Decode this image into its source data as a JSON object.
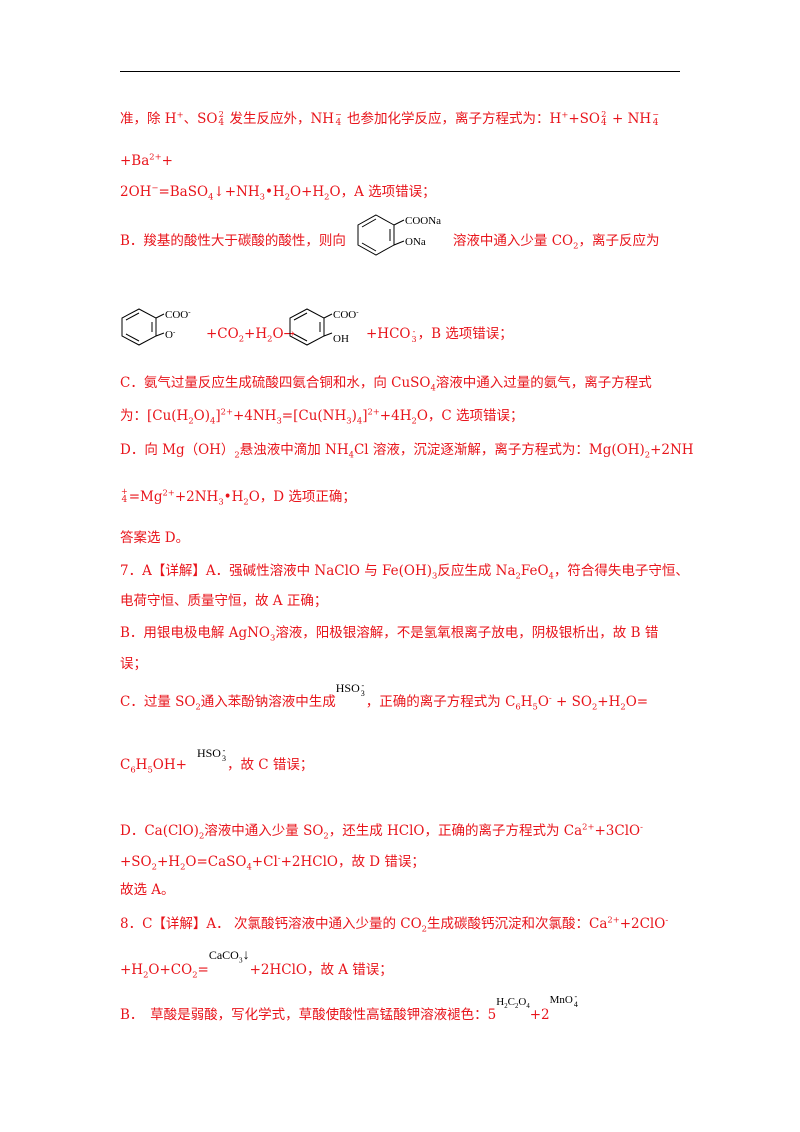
{
  "p1": {
    "a": "准，除 H",
    "a_sup": "+",
    "b": "、SO",
    "so4_top": "2",
    "so4_mid": "4",
    "c": " 发生反应外，NH",
    "nh4_top": "−",
    "nh4_mid": "4",
    "d": " 也参加化学反应，离子方程式为：H",
    "d_sup": "+",
    "e": "+SO",
    "so4b_top": "2",
    "so4b_mid": "4",
    "f": " + NH",
    "nh4b_top": "−",
    "nh4b_mid": "4"
  },
  "p2": {
    "a": "+Ba",
    "a_sup": "2+",
    "b": "+"
  },
  "p3": {
    "a": "2OH",
    "a_sup": "−",
    "b": "=BaSO",
    "b_sub": "4",
    "c": "↓+NH",
    "c_sub": "3",
    "d": "•H",
    "d_sub": "2",
    "e": "O+H",
    "e_sub": "2",
    "f": "O，A 选项错误；"
  },
  "p4": {
    "a": "B．羧基的酸性大于碳酸的酸性，则向",
    "b": "溶液中通入少量 CO",
    "b_sub": "2",
    "c": "，离子反应为"
  },
  "mol1": {
    "coona": "COONa",
    "ona": "ONa"
  },
  "mol2": {
    "coo": "COO",
    "coo_sup": "-",
    "o": "O",
    "o_sup": "-"
  },
  "mol3": {
    "coo": "COO",
    "coo_sup": "-",
    "oh": "OH"
  },
  "p5": {
    "a": "+CO",
    "a_sub": "2",
    "b": "+H",
    "b_sub": "2",
    "c": "O→",
    "d": "+HCO",
    "d_sub": "3",
    "d_sup": "-",
    "e": "，B 选项错误；"
  },
  "p6": {
    "a": "C．氨气过量反应生成硫酸四氨合铜和水，向 CuSO",
    "a_sub": "4",
    "b": "溶液中通入过量的氨气，离子方程式"
  },
  "p7": {
    "a": "为：[Cu(H",
    "a_sub": "2",
    "b": "O)",
    "b_sub": "4",
    "c": "]",
    "c_sup": "2+",
    "d": "+4NH",
    "d_sub": "3",
    "e": "=[Cu(NH",
    "e_sub": "3",
    "f": ")",
    "f_sub": "4",
    "g": "]",
    "g_sup": "2+",
    "h": "+4H",
    "h_sub": "2",
    "i": "O，C 选项错误；"
  },
  "p8": {
    "a": "D．向 Mg（OH）",
    "a_sub": "2",
    "b": "悬浊液中滴加 NH",
    "b_sub": "4",
    "c": "Cl 溶液，沉淀逐渐解，离子方程式为：Mg(OH)",
    "c_sub": "2",
    "d": "+2NH"
  },
  "p9": {
    "top": "+",
    "mid": "4",
    "a": "=Mg",
    "a_sup": "2+",
    "b": "+2NH",
    "b_sub": "3",
    "c": "•H",
    "c_sub": "2",
    "d": "O，D 选项正确；"
  },
  "p10": {
    "a": "答案选 D。"
  },
  "p11": {
    "a": "7．A【详解】A．强碱性溶液中 NaClO 与 Fe(OH)",
    "a_sub": "3",
    "b": "反应生成 Na",
    "b_sub": "2",
    "c": "FeO",
    "c_sub": "4",
    "d": "，符合得失电子守恒、"
  },
  "p12": {
    "a": "电荷守恒、质量守恒，故 A 正确；"
  },
  "p13": {
    "a": "B．用银电极电解 AgNO",
    "a_sub": "3",
    "b": "溶液，阳极银溶解，不是氢氧根离子放电，阴极银析出，故 B 错"
  },
  "p14": {
    "a": "误；"
  },
  "p15": {
    "a": "C．过量 SO",
    "a_sub": "2",
    "b": "通入苯酚钠溶液中生成",
    "hso": "HSO",
    "hso_sub": "3",
    "hso_sup": "-",
    "c": "，正确的离子方程式为 C",
    "c_sub": "6",
    "d": "H",
    "d_sub": "5",
    "e": "O",
    "e_sup": "-",
    "f": " + SO",
    "f_sub": "2",
    "g": "+H",
    "g_sub": "2",
    "h": "O="
  },
  "p16": {
    "a": "C",
    "a_sub": "6",
    "b": "H",
    "b_sub": "5",
    "c": "OH+",
    "hso": "HSO",
    "hso_sub": "3",
    "hso_sup": "-",
    "d": "，故 C 错误；"
  },
  "p17": {
    "a": "D．Ca(ClO)",
    "a_sub": "2",
    "b": "溶液中通入少量 SO",
    "b_sub": "2",
    "c": "，还生成 HClO，正确的离子方程式为 Ca",
    "c_sup": "2+",
    "d": "+3ClO",
    "d_sup": "-"
  },
  "p18": {
    "a": "+SO",
    "a_sub": "2",
    "b": "+H",
    "b_sub": "2",
    "c": "O=CaSO",
    "c_sub": "4",
    "d": "+Cl",
    "d_sup": "-",
    "e": "+2HClO，故 D 错误；"
  },
  "p19": {
    "a": "故选 A。"
  },
  "p20": {
    "a": "8．C【详解】A． 次氯酸钙溶液中通入少量的 CO",
    "a_sub": "2",
    "b": "生成碳酸钙沉淀和次氯酸：Ca",
    "b_sup": "2+",
    "c": "+2ClO",
    "c_sup": "-"
  },
  "p21": {
    "a": "+H",
    "a_sub": "2",
    "b": "O+CO",
    "b_sub": "2",
    "c": "=",
    "caco": "CaCO",
    "caco_sub": "3",
    "caco_arrow": "↓",
    "d": "+2HClO，故 A 错误；"
  },
  "p22": {
    "a": "B．　草酸是弱酸，写化学式，草酸使酸性高锰酸钾溶液褪色：5",
    "hco": "H",
    "hco_s1": "2",
    "hco_c": "C",
    "hco_s2": "2",
    "hco_o": "O",
    "hco_s3": "4",
    "b": "+2",
    "mno": "MnO",
    "mno_sub": "4",
    "mno_sup": "-"
  }
}
